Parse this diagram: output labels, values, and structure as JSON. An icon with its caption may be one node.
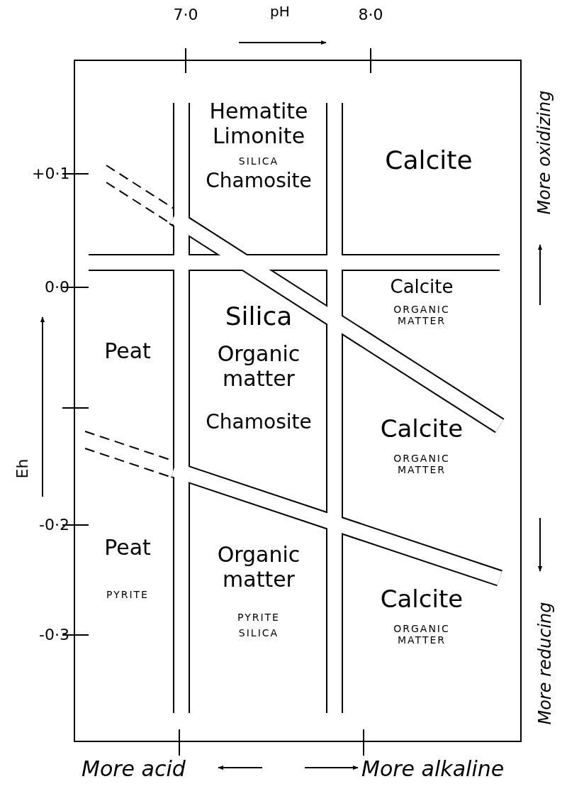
{
  "diagram": {
    "nodes": [
      {
        "text": [
          "Hematite",
          "Limonite",
          "SILICA",
          "Chamosite"
        ]
      },
      {
        "text": [
          "Calcite"
        ]
      },
      {
        "text": [
          "Peat"
        ]
      },
      {
        "text": [
          "Silica",
          "Organic matter",
          "Chamosite"
        ]
      },
      {
        "text": [
          "Calcite",
          "ORGANIC MATTER"
        ]
      },
      {
        "text": [
          "Calcite",
          "ORGANIC MATTER"
        ]
      },
      {
        "text": [
          "Peat",
          "PYRITE"
        ]
      },
      {
        "text": [
          "Organic matter",
          "PYRITE",
          "SILICA"
        ]
      },
      {
        "text": [
          "Calcite",
          "ORGANIC MATTER"
        ]
      }
    ],
    "edges": [],
    "labels": [
      "7·0",
      "pH",
      "8·0",
      "+0·1",
      "0·0",
      "-0·2",
      "-0·3",
      "Eh",
      "More oxidizing",
      "More reducing",
      "More acid",
      "More alkaline"
    ]
  }
}
